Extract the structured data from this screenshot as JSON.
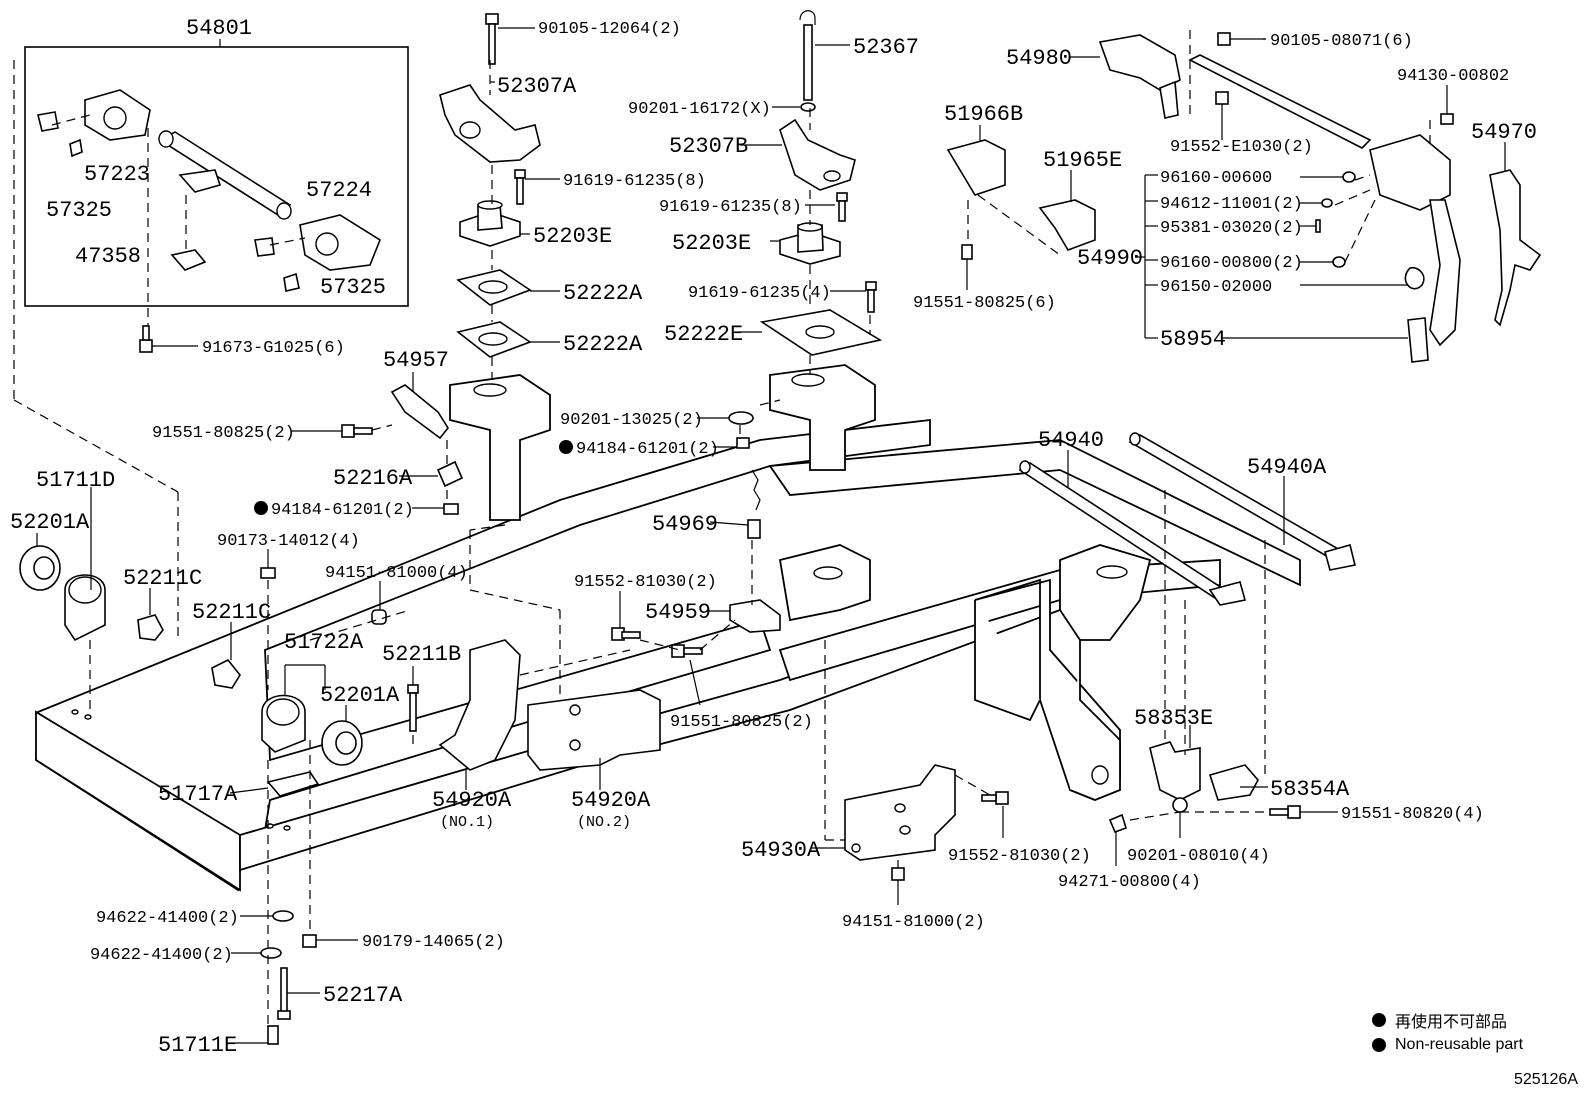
{
  "labels": {
    "p54801": "54801",
    "p57223": "57223",
    "p57325a": "57325",
    "p57224": "57224",
    "p47358": "47358",
    "p57325b": "57325",
    "p91673": "91673-G1025(6)",
    "p90105_12064": "90105-12064(2)",
    "p52307A": "52307A",
    "p91619_a": "91619-61235(8)",
    "p52203E_a": "52203E",
    "p52222A_a": "52222A",
    "p52222A_b": "52222A",
    "p52367": "52367",
    "p90201_16172": "90201-16172(X)",
    "p52307B": "52307B",
    "p91619_b": "91619-61235(8)",
    "p52203E_b": "52203E",
    "p91619_c": "91619-61235(4)",
    "p52222E": "52222E",
    "p54957": "54957",
    "p91551_2a": "91551-80825(2)",
    "p90201_13025": "90201-13025(2)",
    "p94184_a": "94184-61201(2)",
    "p52216A": "52216A",
    "p94184_b": "94184-61201(2)",
    "p54969": "54969",
    "p51711D": "51711D",
    "p52201A_a": "52201A",
    "p52211C_a": "52211C",
    "p90173": "90173-14012(4)",
    "p94151_a": "94151-81000(4)",
    "p91552_a": "91552-81030(2)",
    "p52211C_b": "52211C",
    "p51722A": "51722A",
    "p52211B": "52211B",
    "p52201A_b": "52201A",
    "p54959": "54959",
    "p91551_2b": "91551-80825(2)",
    "p51717A": "51717A",
    "p54920A_1": "54920A",
    "p54920A_1n": "(NO.1)",
    "p54920A_2": "54920A",
    "p54920A_2n": "(NO.2)",
    "p54980": "54980",
    "p90105_08071": "90105-08071(6)",
    "p94130": "94130-00802",
    "p54970": "54970",
    "p91552_E1030": "91552-E1030(2)",
    "p51966B": "51966B",
    "p51965E": "51965E",
    "p96160_00600": "96160-00600",
    "p94612": "94612-11001(2)",
    "p95381": "95381-03020(2)",
    "p54990": "54990",
    "p96160_00800": "96160-00800(2)",
    "p96150": "96150-02000",
    "p58954": "58954",
    "p91551_6": "91551-80825(6)",
    "p54940": "54940",
    "p54940A": "54940A",
    "p58353E": "58353E",
    "p58354A": "58354A",
    "p91551_80820": "91551-80820(4)",
    "p54930A": "54930A",
    "p91552_b": "91552-81030(2)",
    "p90201_08010": "90201-08010(4)",
    "p94271": "94271-00800(4)",
    "p94151_b": "94151-81000(2)",
    "p94622_a": "94622-41400(2)",
    "p94622_b": "94622-41400(2)",
    "p90179": "90179-14065(2)",
    "p52217A": "52217A",
    "p51711E": "51711E"
  },
  "legend": {
    "jp": "再使用不可部品",
    "en": "Non-reusable part"
  },
  "diagram_id": "525126A"
}
